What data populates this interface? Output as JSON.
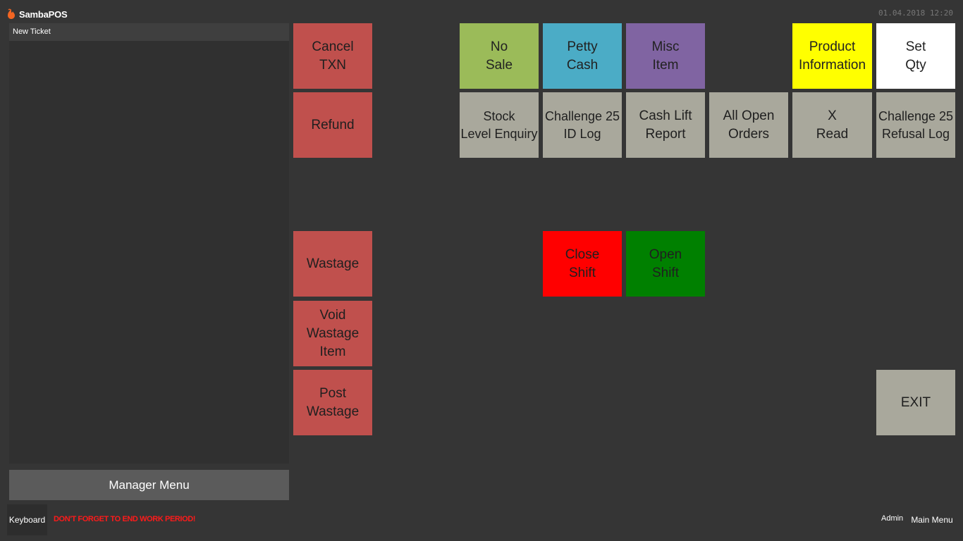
{
  "app": {
    "title": "SambaPOS",
    "datetime": "01.04.2018 12:20"
  },
  "ticket": {
    "header": "New Ticket"
  },
  "footer": {
    "manager_menu": "Manager Menu",
    "keyboard": "Keyboard",
    "warning": "DON'T FORGET TO END WORK PERIOD!",
    "user": "Admin",
    "main_menu": "Main Menu"
  },
  "buttons": {
    "cancel_txn": "Cancel\nTXN",
    "refund": "Refund",
    "wastage": "Wastage",
    "void_wastage_item": "Void\nWastage\nItem",
    "post_wastage": "Post\nWastage",
    "no_sale": "No\nSale",
    "petty_cash": "Petty\nCash",
    "misc_item": "Misc\nItem",
    "product_information": "Product\nInformation",
    "set_qty": "Set\nQty",
    "stock_level_enquiry": "Stock\nLevel Enquiry",
    "challenge25_id_log": "Challenge 25\nID Log",
    "cash_lift_report": "Cash Lift\nReport",
    "all_open_orders": "All Open\nOrders",
    "x_read": "X\nRead",
    "challenge25_refusal_log": "Challenge 25\nRefusal Log",
    "close_shift": "Close\nShift",
    "open_shift": "Open\nShift",
    "exit": "EXIT"
  },
  "colors": {
    "background": "#353535",
    "red_button": "#c0504d",
    "gray_button": "#a9a89c",
    "no_sale": "#9bbb59",
    "petty_cash": "#4bacc6",
    "misc_item": "#8064a2",
    "product_information": "#ffff00",
    "set_qty": "#ffffff",
    "close_shift": "#ff0000",
    "open_shift": "#008000",
    "warning_text": "#ff1a1a"
  },
  "icons": {
    "logo": "sambapos-flame-icon"
  }
}
